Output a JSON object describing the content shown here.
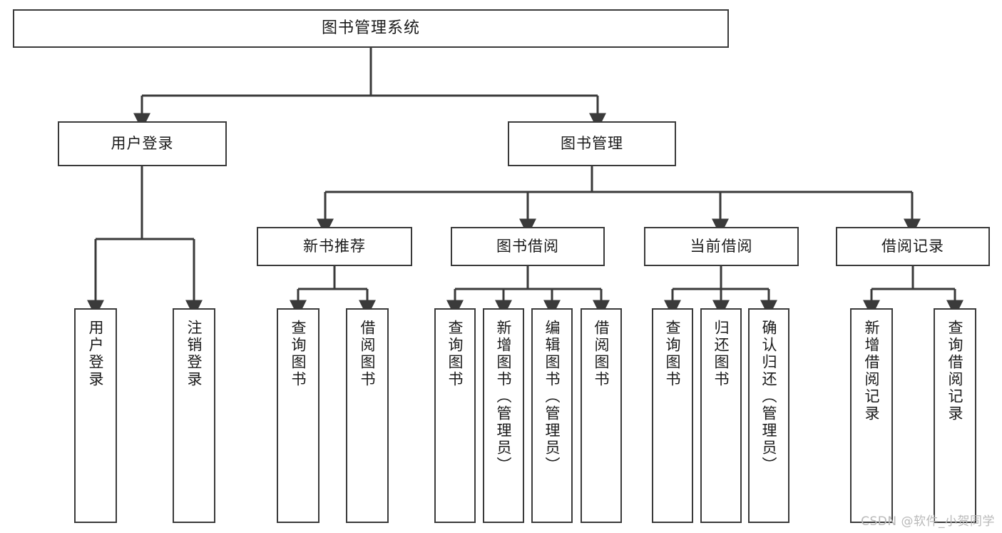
{
  "diagram": {
    "title": "图书管理系统",
    "type": "tree-hierarchy-chart",
    "root": {
      "label": "图书管理系统"
    },
    "level1": [
      {
        "label": "用户登录"
      },
      {
        "label": "图书管理"
      }
    ],
    "level2": [
      {
        "label": "新书推荐"
      },
      {
        "label": "图书借阅"
      },
      {
        "label": "当前借阅"
      },
      {
        "label": "借阅记录"
      }
    ],
    "leaves": {
      "user_login": [
        {
          "label": "用户登录"
        },
        {
          "label": "注销登录"
        }
      ],
      "new_book_recommend": [
        {
          "label": "查询图书"
        },
        {
          "label": "借阅图书"
        }
      ],
      "book_borrow": [
        {
          "label": "查询图书"
        },
        {
          "label": "新增图书（管理员）"
        },
        {
          "label": "编辑图书（管理员）"
        },
        {
          "label": "借阅图书"
        }
      ],
      "current_borrow": [
        {
          "label": "查询图书"
        },
        {
          "label": "归还图书"
        },
        {
          "label": "确认归还（管理员）"
        }
      ],
      "borrow_record": [
        {
          "label": "新增借阅记录"
        },
        {
          "label": "查询借阅记录"
        }
      ]
    }
  },
  "watermark": {
    "text": "CSDN @软件_小贺同学"
  },
  "colors": {
    "stroke": "#3a3a3a",
    "background": "#ffffff",
    "text": "#1a1a1a",
    "watermark": "#b9b9b9"
  }
}
